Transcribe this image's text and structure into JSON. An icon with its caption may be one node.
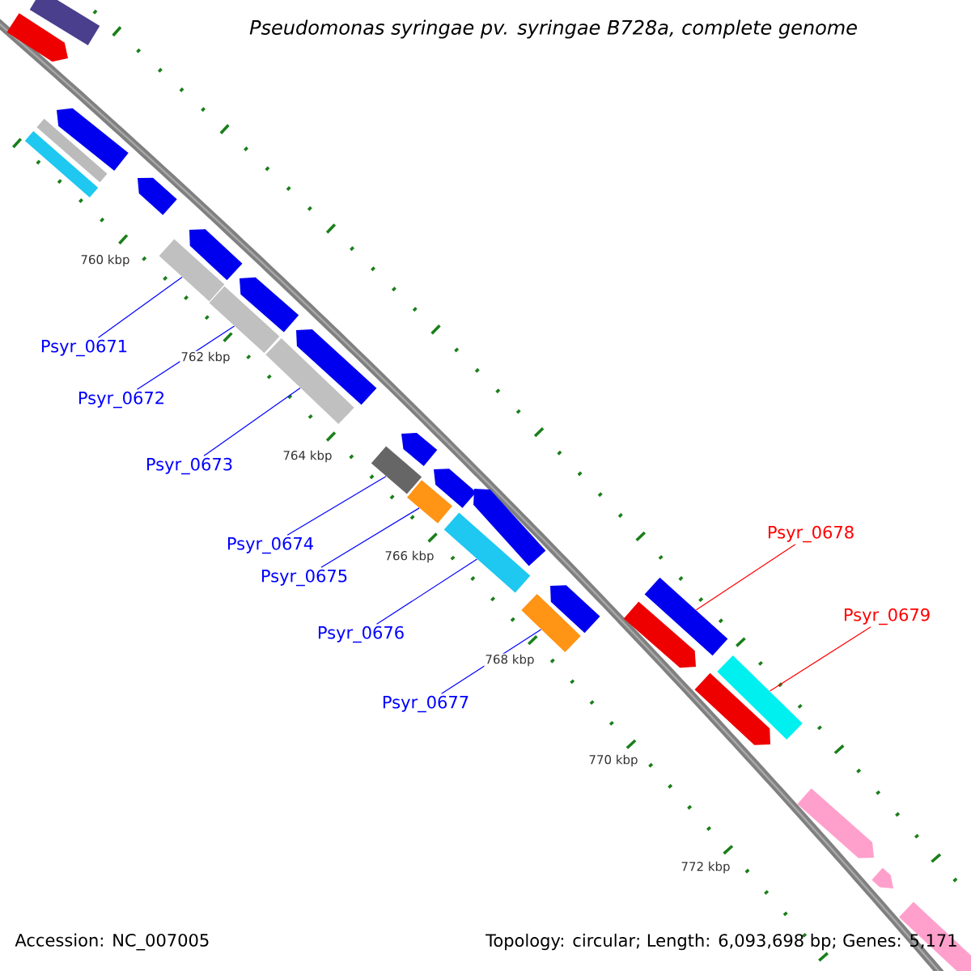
{
  "diagram": {
    "title": "Pseudomonas syringae pv. syringae B728a, complete genome",
    "nodes": [
      {
        "text": [
          "Psyr_0671"
        ]
      },
      {
        "text": [
          "Psyr_0672"
        ]
      },
      {
        "text": [
          "Psyr_0673"
        ]
      },
      {
        "text": [
          "Psyr_0674"
        ]
      },
      {
        "text": [
          "Psyr_0675"
        ]
      },
      {
        "text": [
          "Psyr_0676"
        ]
      },
      {
        "text": [
          "Psyr_0677"
        ]
      },
      {
        "text": [
          "Psyr_0678"
        ]
      },
      {
        "text": [
          "Psyr_0679"
        ]
      },
      {
        "text": [],
        "shape": "bar"
      },
      {
        "text": [],
        "shape": "bar"
      },
      {
        "text": [],
        "shape": "bar"
      },
      {
        "text": [],
        "shape": "bar"
      },
      {
        "text": [],
        "shape": "bar"
      },
      {
        "text": [],
        "shape": "bar"
      },
      {
        "text": [],
        "shape": "bar"
      },
      {
        "text": [],
        "shape": "bar"
      },
      {
        "text": [],
        "shape": "bar"
      }
    ],
    "edges": [
      {
        "from": 0,
        "to": 9,
        "arrow": "none"
      },
      {
        "from": 1,
        "to": 10,
        "arrow": "none"
      },
      {
        "from": 2,
        "to": 11,
        "arrow": "none"
      },
      {
        "from": 3,
        "to": 12,
        "arrow": "none"
      },
      {
        "from": 4,
        "to": 13,
        "arrow": "none"
      },
      {
        "from": 5,
        "to": 14,
        "arrow": "none"
      },
      {
        "from": 6,
        "to": 15,
        "arrow": "none"
      },
      {
        "from": 7,
        "to": 16,
        "arrow": "none",
        "color": "#ff0000"
      },
      {
        "from": 8,
        "to": 17,
        "arrow": "none",
        "color": "#ff0000"
      }
    ],
    "labels": [
      "760 kbp",
      "762 kbp",
      "764 kbp",
      "766 kbp",
      "768 kbp",
      "770 kbp",
      "772 kbp",
      "Accession: NC_007005",
      "Topology: circular; Length: 6,093,698 bp; Genes: 5,171"
    ]
  }
}
